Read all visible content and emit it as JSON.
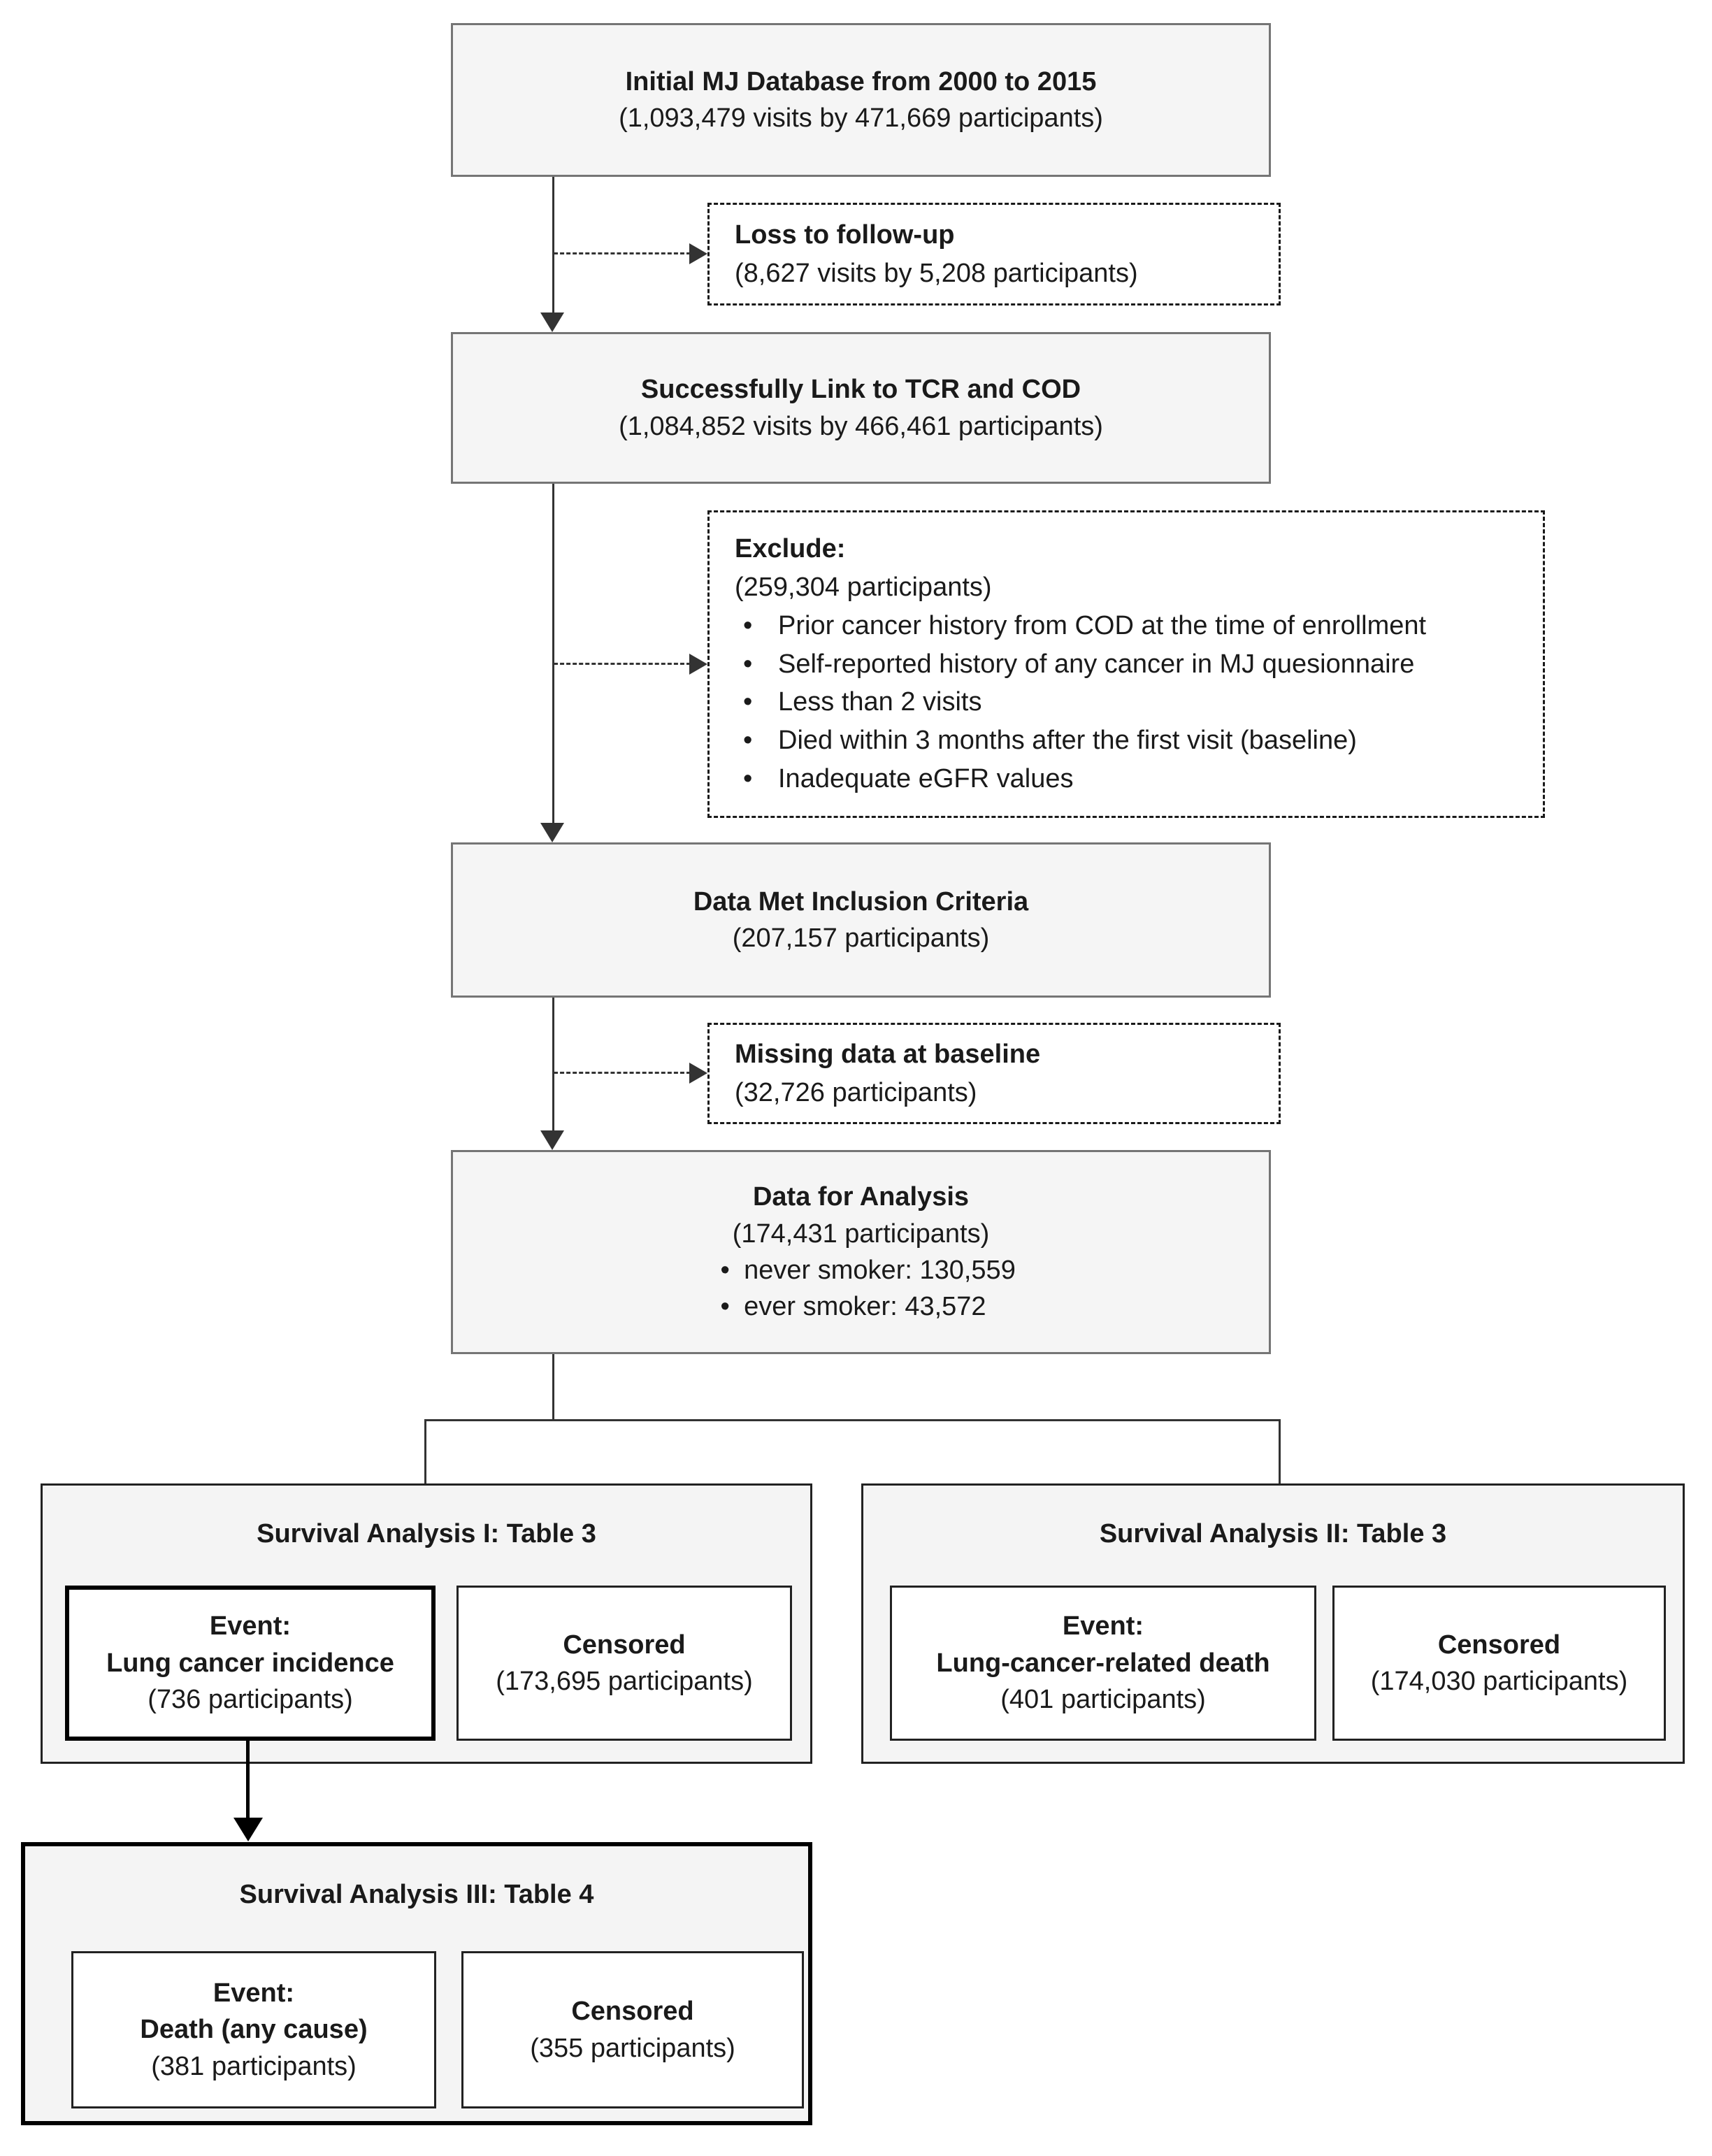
{
  "glyphs": {
    "bullet": "•"
  },
  "colors": {
    "box_fill": "#f5f5f5",
    "box_border": "#757575",
    "dashed_border": "#1a1a1a",
    "line": "#333333",
    "text": "#1a1a1a"
  },
  "flow": {
    "initial": {
      "title": "Initial MJ Database from 2000 to 2015",
      "subtitle": "(1,093,479 visits by 471,669 participants)"
    },
    "link": {
      "title": "Successfully Link to TCR and COD",
      "subtitle": "(1,084,852 visits by 466,461 participants)"
    },
    "inclusion": {
      "title": "Data Met Inclusion Criteria",
      "subtitle": "(207,157 participants)"
    },
    "analysis": {
      "title": "Data for Analysis",
      "subtitle": "(174,431 participants)",
      "bullets": [
        "never smoker: 130,559",
        "ever smoker: 43,572"
      ]
    }
  },
  "side": {
    "loss": {
      "title": "Loss to follow-up",
      "subtitle": "(8,627 visits by 5,208 participants)"
    },
    "exclude": {
      "title": "Exclude:",
      "subtitle": "(259,304 participants)",
      "bullets": [
        "Prior cancer history from COD at the time of enrollment",
        "Self-reported history of any cancer in MJ quesionnaire",
        "Less than 2 visits",
        "Died within 3 months after the first visit (baseline)",
        "Inadequate eGFR values"
      ]
    },
    "missing": {
      "title": "Missing data at baseline",
      "subtitle": "(32,726 participants)"
    }
  },
  "survival": {
    "sa1": {
      "title": "Survival Analysis I: Table 3",
      "event_label": "Event:",
      "event_name": "Lung cancer incidence",
      "event_count": "(736 participants)",
      "censored_label": "Censored",
      "censored_count": "(173,695 participants)"
    },
    "sa2": {
      "title": "Survival Analysis II: Table 3",
      "event_label": "Event:",
      "event_name": "Lung-cancer-related death",
      "event_count": "(401 participants)",
      "censored_label": "Censored",
      "censored_count": "(174,030 participants)"
    },
    "sa3": {
      "title": "Survival Analysis III: Table 4",
      "event_label": "Event:",
      "event_name": "Death (any cause)",
      "event_count": "(381 participants)",
      "censored_label": "Censored",
      "censored_count": "(355 participants)"
    }
  }
}
